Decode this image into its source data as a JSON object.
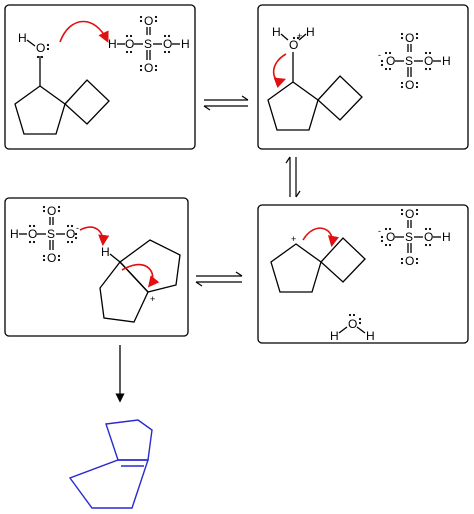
{
  "atoms": {
    "H": "H",
    "O": "O",
    "S": "S",
    "plus": "+",
    "minus": "-"
  },
  "colors": {
    "curly_arrow": "#e01010",
    "product": "#2a2ad0"
  }
}
